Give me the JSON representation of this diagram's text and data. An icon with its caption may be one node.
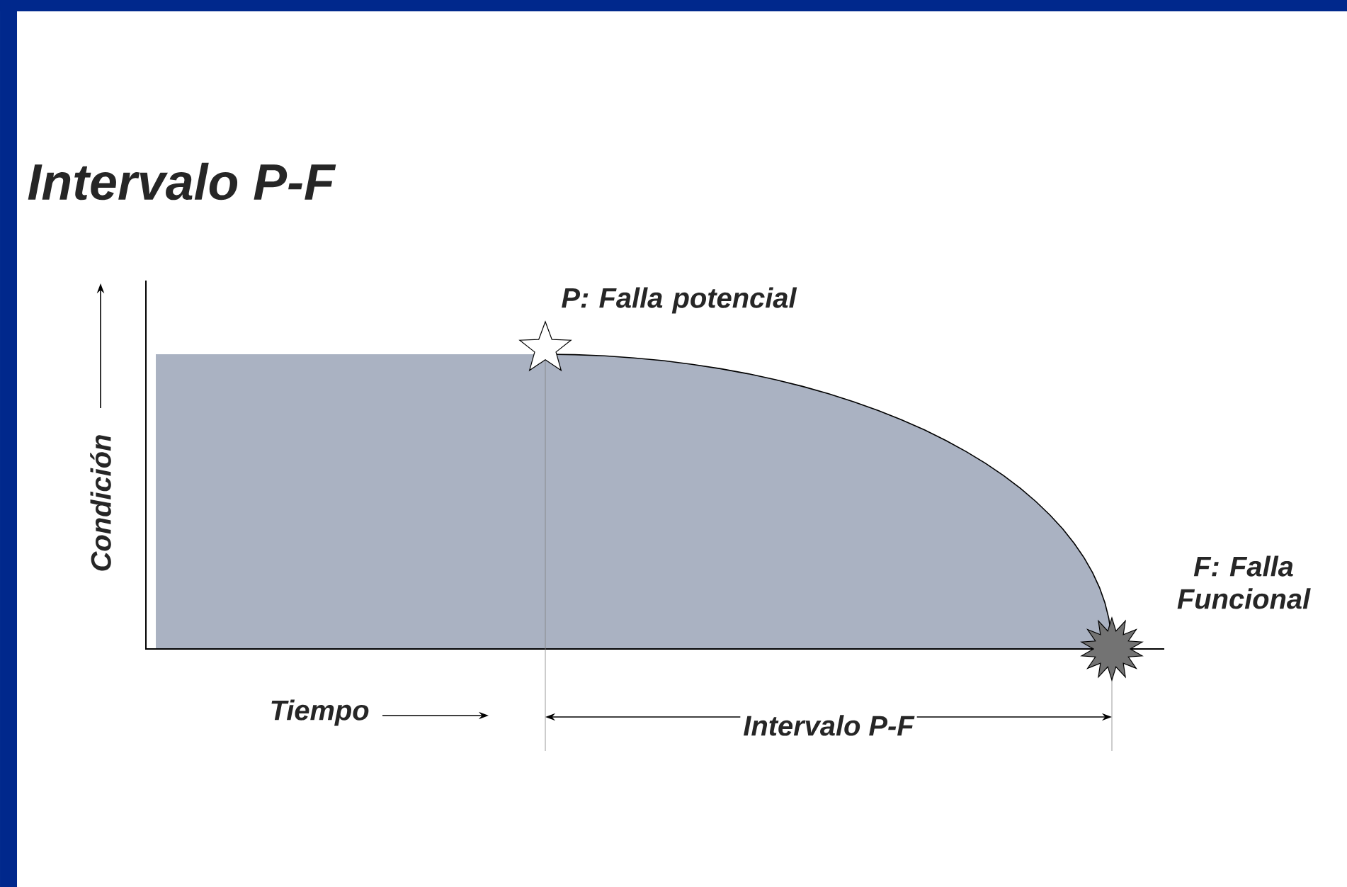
{
  "diagram": {
    "title": "Intervalo P-F",
    "nodes": [
      {
        "text": [],
        "shape": "star",
        "beside": [
          "P: Falla potencial"
        ]
      },
      {
        "text": [],
        "shape": "burst",
        "beside": [
          "F: Falla Funcional"
        ]
      }
    ],
    "labels": [
      "Condición",
      "Tiempo",
      "Intervalo P-F"
    ]
  }
}
